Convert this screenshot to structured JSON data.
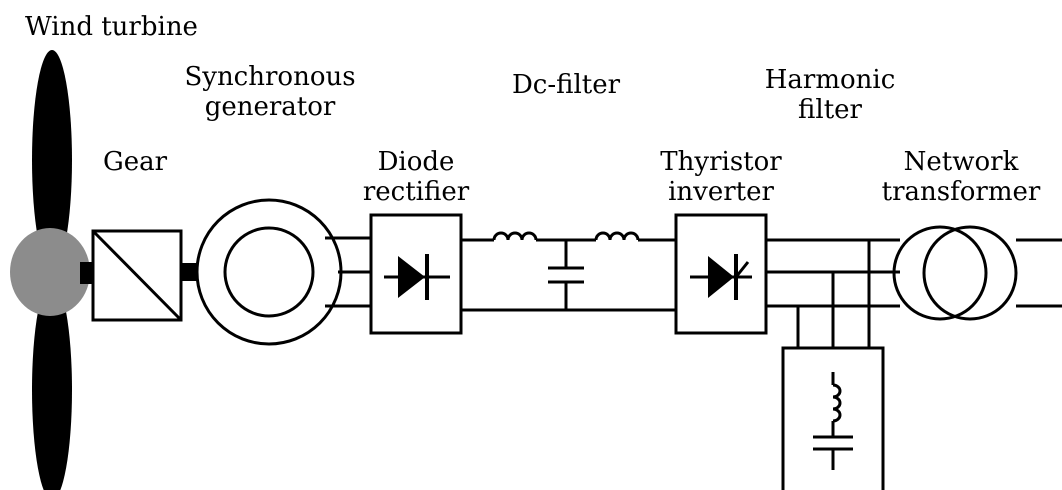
{
  "labels": {
    "wind_turbine": "Wind turbine",
    "sync_gen_1": "Synchronous",
    "sync_gen_2": "generator",
    "dc_filter": "Dc-filter",
    "harmonic_1": "Harmonic",
    "harmonic_2": "filter",
    "gear": "Gear",
    "diode_1": "Diode",
    "diode_2": "rectifier",
    "thyristor_1": "Thyristor",
    "thyristor_2": "inverter",
    "network_1": "Network",
    "network_2": "transformer"
  },
  "colors": {
    "line": "#000000",
    "hub": "#8c8c8c",
    "blade": "#000000",
    "background": "#ffffff"
  }
}
